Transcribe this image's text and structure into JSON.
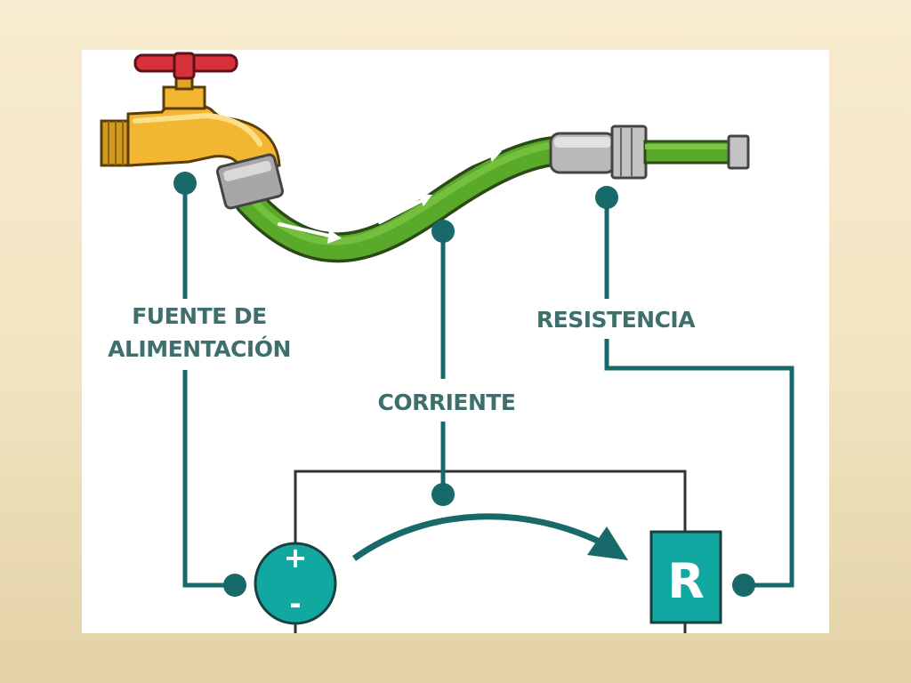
{
  "labels": {
    "source_line1": "FUENTE DE",
    "source_line2": "ALIMENTACIÓN",
    "current": "CORRIENTE",
    "resistance": "RESISTENCIA"
  },
  "battery": {
    "plus": "+",
    "minus": "-"
  },
  "resistor": {
    "letter": "R"
  },
  "colors": {
    "teal_line": "#17696a",
    "teal_fill": "#10a8a0",
    "wire": "#333333",
    "hose_green": "#5aaa2a",
    "faucet_gold": "#f2b630",
    "handle_red": "#d8313a",
    "label_text": "#3e6f6c"
  }
}
